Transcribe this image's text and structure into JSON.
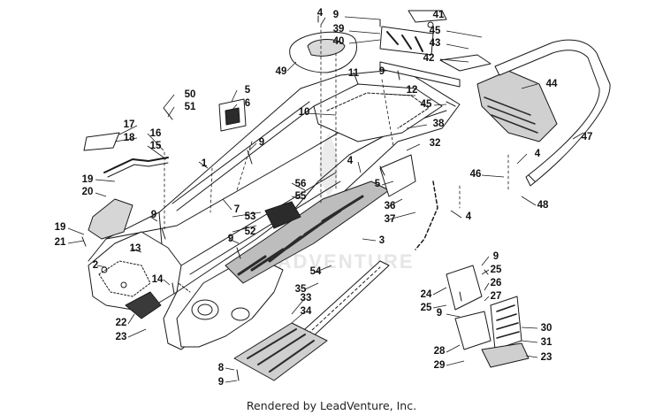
{
  "credit": "Rendered by LeadVenture, Inc.",
  "watermark": "LEADVENTURE",
  "colors": {
    "line": "#1a1a1a",
    "shade": "#9a9a9a",
    "dark": "#2b2b2b",
    "watermark": "#e6e6e6"
  },
  "callouts": [
    {
      "label": "4"
    },
    {
      "label": "9"
    },
    {
      "label": "41"
    },
    {
      "label": "39"
    },
    {
      "label": "40"
    },
    {
      "label": "45"
    },
    {
      "label": "43"
    },
    {
      "label": "42"
    },
    {
      "label": "49"
    },
    {
      "label": "11"
    },
    {
      "label": "9"
    },
    {
      "label": "12"
    },
    {
      "label": "44"
    },
    {
      "label": "50"
    },
    {
      "label": "51"
    },
    {
      "label": "5"
    },
    {
      "label": "6"
    },
    {
      "label": "10"
    },
    {
      "label": "45"
    },
    {
      "label": "38"
    },
    {
      "label": "17"
    },
    {
      "label": "18"
    },
    {
      "label": "16"
    },
    {
      "label": "15"
    },
    {
      "label": "9"
    },
    {
      "label": "32"
    },
    {
      "label": "47"
    },
    {
      "label": "1"
    },
    {
      "label": "4"
    },
    {
      "label": "46"
    },
    {
      "label": "4"
    },
    {
      "label": "19"
    },
    {
      "label": "20"
    },
    {
      "label": "56"
    },
    {
      "label": "55"
    },
    {
      "label": "5"
    },
    {
      "label": "36"
    },
    {
      "label": "48"
    },
    {
      "label": "7"
    },
    {
      "label": "37"
    },
    {
      "label": "4"
    },
    {
      "label": "53"
    },
    {
      "label": "52"
    },
    {
      "label": "9"
    },
    {
      "label": "19"
    },
    {
      "label": "21"
    },
    {
      "label": "13"
    },
    {
      "label": "9"
    },
    {
      "label": "3"
    },
    {
      "label": "2"
    },
    {
      "label": "9"
    },
    {
      "label": "25"
    },
    {
      "label": "54"
    },
    {
      "label": "26"
    },
    {
      "label": "14"
    },
    {
      "label": "24"
    },
    {
      "label": "27"
    },
    {
      "label": "35"
    },
    {
      "label": "33"
    },
    {
      "label": "25"
    },
    {
      "label": "34"
    },
    {
      "label": "9"
    },
    {
      "label": "22"
    },
    {
      "label": "23"
    },
    {
      "label": "30"
    },
    {
      "label": "31"
    },
    {
      "label": "28"
    },
    {
      "label": "29"
    },
    {
      "label": "23"
    },
    {
      "label": "8"
    },
    {
      "label": "9"
    }
  ]
}
